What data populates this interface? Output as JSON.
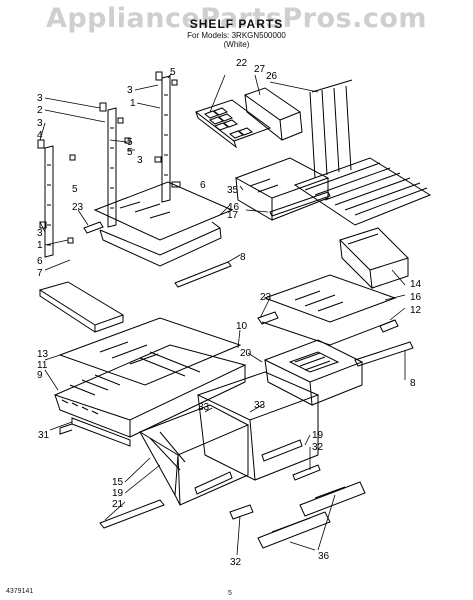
{
  "page": {
    "watermark": "AppliancePartsPros.com",
    "title": "SHELF PARTS",
    "models_line": "For Models: 3RKGN500000",
    "color_line": "(White)",
    "doc_number": "4379141",
    "page_number": "5"
  },
  "callouts": {
    "n1": "1",
    "n2": "2",
    "n3": "3",
    "n4": "4",
    "n5": "5",
    "n6": "6",
    "n7": "7",
    "n8": "8",
    "n9": "9",
    "n10": "10",
    "n11": "11",
    "n12": "12",
    "n13": "13",
    "n14": "14",
    "n15": "15",
    "n16": "16",
    "n17": "17",
    "n19": "19",
    "n20": "20",
    "n21": "21",
    "n22": "22",
    "n23": "23",
    "n26": "26",
    "n27": "27",
    "n31": "31",
    "n32": "32",
    "n33": "33",
    "n35": "35",
    "n36": "36"
  }
}
